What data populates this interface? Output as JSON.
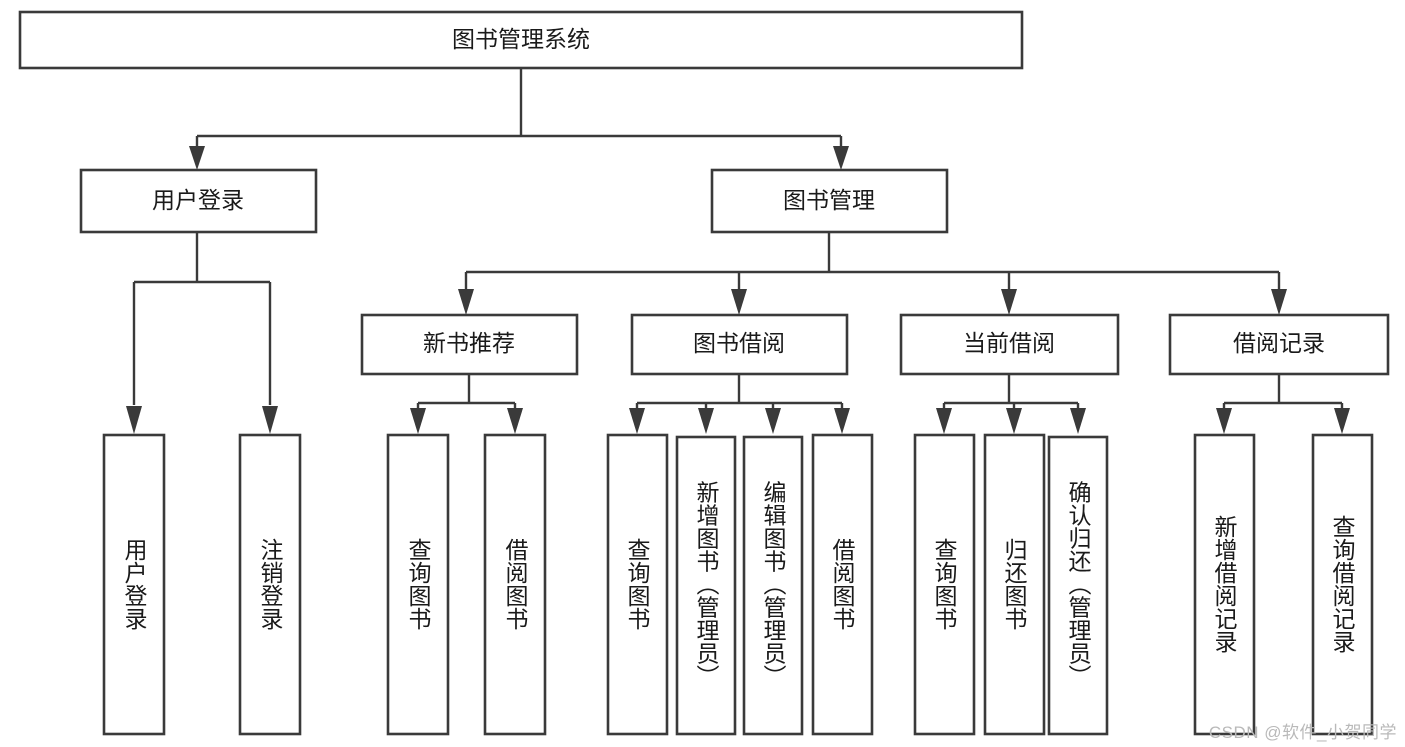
{
  "diagram": {
    "type": "tree-hierarchy",
    "title": "图书管理系统",
    "watermark": "CSDN @软件_小贺同学",
    "colors": {
      "stroke": "#3a3a3a",
      "fill": "#ffffff",
      "text": "#1a1a1a",
      "watermark": "#b9b9b9",
      "background": "#ffffff"
    },
    "nodes": {
      "root": {
        "label": "图书管理系统",
        "orientation": "horizontal"
      },
      "level2": [
        {
          "id": "user-login",
          "label": "用户登录",
          "orientation": "horizontal"
        },
        {
          "id": "book-management",
          "label": "图书管理",
          "orientation": "horizontal"
        }
      ],
      "level3": [
        {
          "id": "new-book-recommend",
          "label": "新书推荐",
          "orientation": "horizontal"
        },
        {
          "id": "book-borrow",
          "label": "图书借阅",
          "orientation": "horizontal"
        },
        {
          "id": "current-borrow",
          "label": "当前借阅",
          "orientation": "horizontal"
        },
        {
          "id": "borrow-record",
          "label": "借阅记录",
          "orientation": "horizontal"
        }
      ],
      "leaves": {
        "user-login": [
          {
            "id": "leaf-user-login",
            "label": "用户登录",
            "orientation": "vertical"
          },
          {
            "id": "leaf-logout-login",
            "label": "注销登录",
            "orientation": "vertical"
          }
        ],
        "new-book-recommend": [
          {
            "id": "leaf-query-book-1",
            "label": "查询图书",
            "orientation": "vertical"
          },
          {
            "id": "leaf-borrow-book-1",
            "label": "借阅图书",
            "orientation": "vertical"
          }
        ],
        "book-borrow": [
          {
            "id": "leaf-query-book-2",
            "label": "查询图书",
            "orientation": "vertical"
          },
          {
            "id": "leaf-add-book",
            "label": "新增图书（管理员）",
            "orientation": "vertical"
          },
          {
            "id": "leaf-edit-book",
            "label": "编辑图书（管理员）",
            "orientation": "vertical"
          },
          {
            "id": "leaf-borrow-book-2",
            "label": "借阅图书",
            "orientation": "vertical"
          }
        ],
        "current-borrow": [
          {
            "id": "leaf-query-book-3",
            "label": "查询图书",
            "orientation": "vertical"
          },
          {
            "id": "leaf-return-book",
            "label": "归还图书",
            "orientation": "vertical"
          },
          {
            "id": "leaf-confirm-return",
            "label": "确认归还（管理员）",
            "orientation": "vertical"
          }
        ],
        "borrow-record": [
          {
            "id": "leaf-add-borrow-record",
            "label": "新增借阅记录",
            "orientation": "vertical"
          },
          {
            "id": "leaf-query-borrow-record",
            "label": "查询借阅记录",
            "orientation": "vertical"
          }
        ]
      }
    }
  }
}
